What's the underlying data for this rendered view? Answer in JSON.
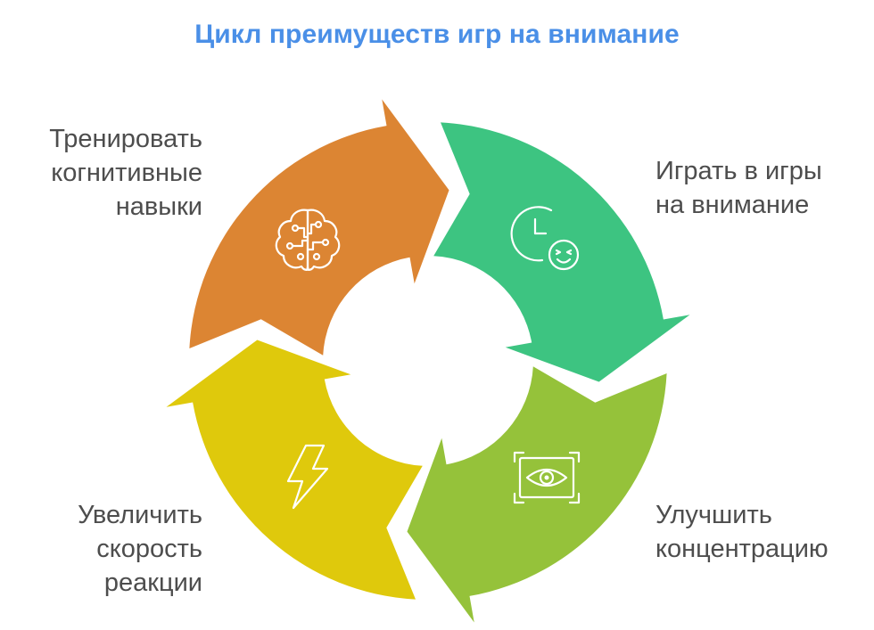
{
  "title": "Цикл преимуществ игр на внимание",
  "colors": {
    "title": "#4a8fe7",
    "text": "#4d4d4d",
    "segment_orange": "#dc8533",
    "segment_green": "#3dc481",
    "segment_lime": "#95c23a",
    "segment_yellow": "#dfc90c"
  },
  "steps": [
    {
      "id": "train",
      "lines": [
        "Тренировать",
        "когнитивные",
        "навыки"
      ],
      "icon": "brain-circuit-icon",
      "color": "#dc8533"
    },
    {
      "id": "play",
      "lines": [
        "Играть в игры",
        "на внимание"
      ],
      "icon": "clock-smiley-icon",
      "color": "#3dc481"
    },
    {
      "id": "focus",
      "lines": [
        "Улучшить",
        "концентрацию"
      ],
      "icon": "eye-focus-icon",
      "color": "#95c23a"
    },
    {
      "id": "speed",
      "lines": [
        "Увеличить",
        "скорость",
        "реакции"
      ],
      "icon": "lightning-icon",
      "color": "#dfc90c"
    }
  ]
}
